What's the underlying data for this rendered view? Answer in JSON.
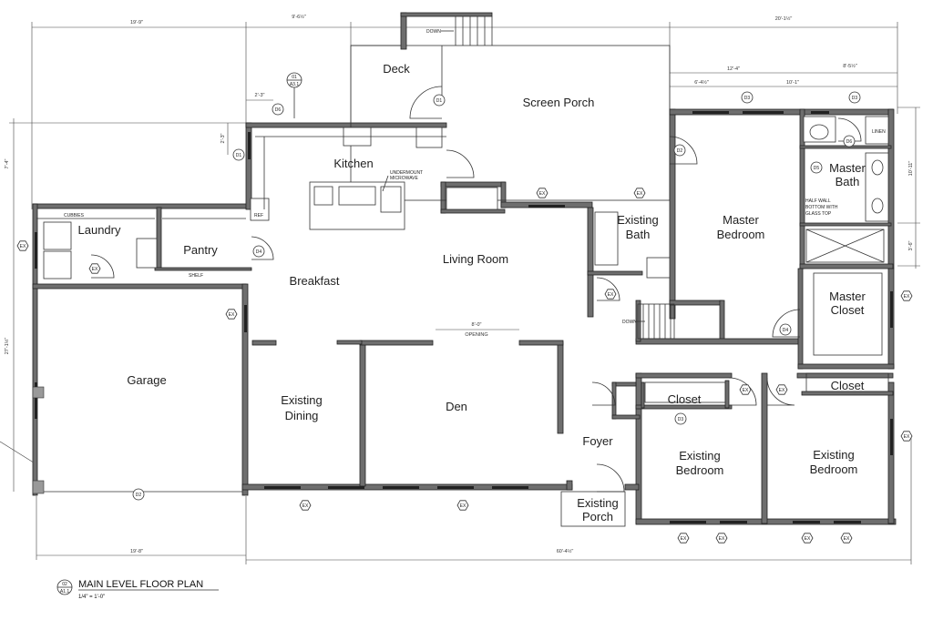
{
  "rooms": {
    "deck": "Deck",
    "screen_porch": "Screen Porch",
    "kitchen": "Kitchen",
    "laundry": "Laundry",
    "pantry": "Pantry",
    "breakfast": "Breakfast",
    "living_room": "Living Room",
    "existing_bath_1": "Existing",
    "existing_bath_2": "Bath",
    "master_bedroom_1": "Master",
    "master_bedroom_2": "Bedroom",
    "master_bath_1": "Master",
    "master_bath_2": "Bath",
    "master_closet_1": "Master",
    "master_closet_2": "Closet",
    "garage": "Garage",
    "existing_dining_1": "Existing",
    "existing_dining_2": "Dining",
    "den": "Den",
    "foyer": "Foyer",
    "closet_left": "Closet",
    "closet_right": "Closet",
    "existing_bedroom_left_1": "Existing",
    "existing_bedroom_left_2": "Bedroom",
    "existing_bedroom_right_1": "Existing",
    "existing_bedroom_right_2": "Bedroom",
    "existing_porch_1": "Existing",
    "existing_porch_2": "Porch"
  },
  "annotations": {
    "down_top": "DOWN",
    "down_stair": "DOWN",
    "undermount_1": "UNDERMOUNT",
    "undermount_2": "MICROWAVE",
    "cubbies": "CUBBIES",
    "shelf": "SHELF",
    "ref": "REF",
    "linen": "LINEN",
    "half_wall_1": "HALF WALL",
    "half_wall_2": "BOTTOM WITH",
    "half_wall_3": "GLASS TOP",
    "opening_dim": "8'-0\"",
    "opening": "OPENING"
  },
  "dimensions": {
    "top_left": "19'-9\"",
    "top_mid": "9'-6½\"",
    "top_right": "20'-1½\"",
    "right_a": "12'-4\"",
    "right_b": "8'-5½\"",
    "right_c": "6'-4½\"",
    "right_d": "10'-1\"",
    "left_top": "7'-4\"",
    "left_mid": "27'-1½\"",
    "left_small": "2'-3\"",
    "left_small2": "2'-3\"",
    "right_side_1": "10'-11\"",
    "right_side_2": "3'-6\"",
    "bottom_left": "19'-8\"",
    "bottom_mid": "60'-4½\""
  },
  "tags": {
    "ex": "EX",
    "d1": "D1",
    "d2": "D2",
    "d3": "D3",
    "d4": "D4",
    "d5": "D5",
    "d6": "D6",
    "d7": "D7",
    "section_num": "01",
    "section_sheet": "A3.1",
    "title_num": "02",
    "title_sheet": "A1.1"
  },
  "title_block": {
    "title": "MAIN LEVEL FLOOR PLAN",
    "scale": "1/4\" = 1'-0\""
  }
}
